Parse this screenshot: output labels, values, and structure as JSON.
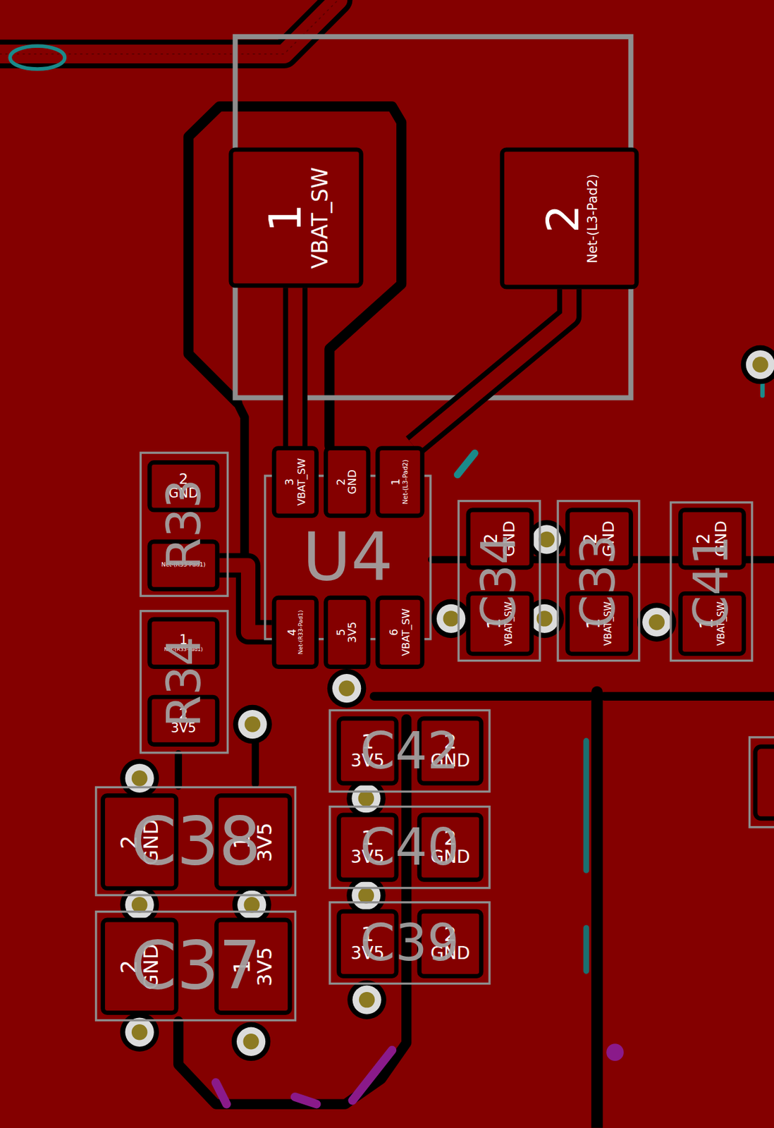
{
  "diagram": {
    "nodes": [
      {
        "text": [
          "1",
          "VBAT_SW"
        ]
      },
      {
        "text": [
          "2",
          "Net-(L3-Pad2)"
        ]
      },
      {
        "text": [
          "R33"
        ]
      },
      {
        "text": [
          "2",
          "GND"
        ],
        "in": 2
      },
      {
        "text": [
          "Net-(R33-Pad1)"
        ],
        "in": 2
      },
      {
        "text": [
          "U4"
        ]
      },
      {
        "text": [
          "3",
          "VBAT_SW"
        ],
        "in": 5
      },
      {
        "text": [
          "2",
          "GND"
        ],
        "in": 5
      },
      {
        "text": [
          "1",
          "Net-(L3-Pad2)"
        ],
        "in": 5
      },
      {
        "text": [
          "4",
          "Net-(R33-Pad1)"
        ],
        "in": 5
      },
      {
        "text": [
          "5",
          "3V5"
        ],
        "in": 5
      },
      {
        "text": [
          "6",
          "VBAT_SW"
        ],
        "in": 5
      },
      {
        "text": [
          "C34"
        ]
      },
      {
        "text": [
          "2",
          "GND"
        ],
        "in": 12
      },
      {
        "text": [
          "1",
          "VBAT_SW"
        ],
        "in": 12
      },
      {
        "text": [
          "C33"
        ]
      },
      {
        "text": [
          "2",
          "GND"
        ],
        "in": 15
      },
      {
        "text": [
          "1",
          "VBAT_SW"
        ],
        "in": 15
      },
      {
        "text": [
          "C41"
        ]
      },
      {
        "text": [
          "2",
          "GND"
        ],
        "in": 18
      },
      {
        "text": [
          "1",
          "VBAT_SW"
        ],
        "in": 18
      },
      {
        "text": [
          "R34"
        ]
      },
      {
        "text": [
          "1",
          "Net-(R33-Pad1)"
        ],
        "in": 21
      },
      {
        "text": [
          "2",
          "3V5"
        ],
        "in": 21
      },
      {
        "text": [
          "C42"
        ]
      },
      {
        "text": [
          "1",
          "3V5"
        ],
        "in": 24
      },
      {
        "text": [
          "2",
          "GND"
        ],
        "in": 24
      },
      {
        "text": [
          "C40"
        ]
      },
      {
        "text": [
          "1",
          "3V5"
        ],
        "in": 27
      },
      {
        "text": [
          "2",
          "GND"
        ],
        "in": 27
      },
      {
        "text": [
          "C39"
        ]
      },
      {
        "text": [
          "1",
          "3V5"
        ],
        "in": 30
      },
      {
        "text": [
          "2",
          "GND"
        ],
        "in": 30
      },
      {
        "text": [
          "C38"
        ]
      },
      {
        "text": [
          "2",
          "GND"
        ],
        "in": 33
      },
      {
        "text": [
          "1",
          "3V5"
        ],
        "in": 33
      },
      {
        "text": [
          "C37"
        ]
      },
      {
        "text": [
          "2",
          "GND"
        ],
        "in": 36
      },
      {
        "text": [
          "1",
          "3V5"
        ],
        "in": 36
      }
    ],
    "edges": [
      {
        "from": 0,
        "to": 6,
        "arrow": "none"
      },
      {
        "from": 1,
        "to": 8,
        "arrow": "none"
      },
      {
        "from": 9,
        "to": 4,
        "arrow": "none"
      }
    ]
  }
}
